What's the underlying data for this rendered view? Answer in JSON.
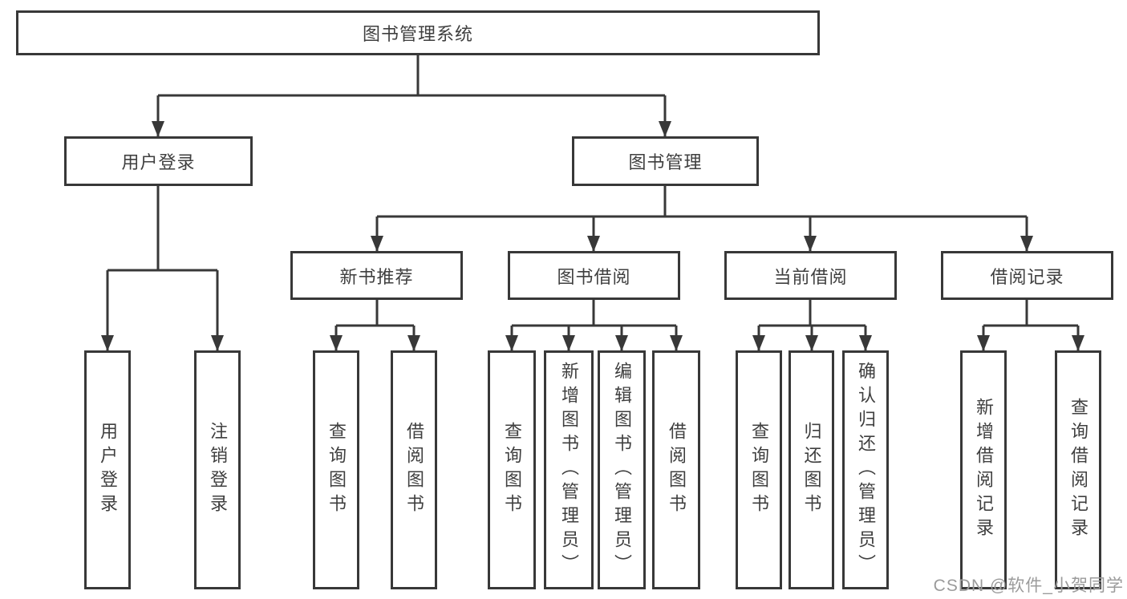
{
  "diagram": {
    "title": "图书管理系统",
    "tree": {
      "label": "图书管理系统",
      "children": [
        {
          "label": "用户登录",
          "children": [
            {
              "label": "用户登录"
            },
            {
              "label": "注销登录"
            }
          ]
        },
        {
          "label": "图书管理",
          "children": [
            {
              "label": "新书推荐",
              "children": [
                {
                  "label": "查询图书"
                },
                {
                  "label": "借阅图书"
                }
              ]
            },
            {
              "label": "图书借阅",
              "children": [
                {
                  "label": "查询图书"
                },
                {
                  "label": "新增图书（管理员）"
                },
                {
                  "label": "编辑图书（管理员）"
                },
                {
                  "label": "借阅图书"
                }
              ]
            },
            {
              "label": "当前借阅",
              "children": [
                {
                  "label": "查询图书"
                },
                {
                  "label": "归还图书"
                },
                {
                  "label": "确认归还（管理员）"
                }
              ]
            },
            {
              "label": "借阅记录",
              "children": [
                {
                  "label": "新增借阅记录"
                },
                {
                  "label": "查询借阅记录"
                }
              ]
            }
          ]
        }
      ]
    },
    "watermark": "CSDN @软件_小贺同学",
    "colors": {
      "line": "#383838",
      "box_border": "#383838",
      "text": "#3f3f3f",
      "watermark": "#9b9b9b",
      "background": "#ffffff"
    }
  }
}
